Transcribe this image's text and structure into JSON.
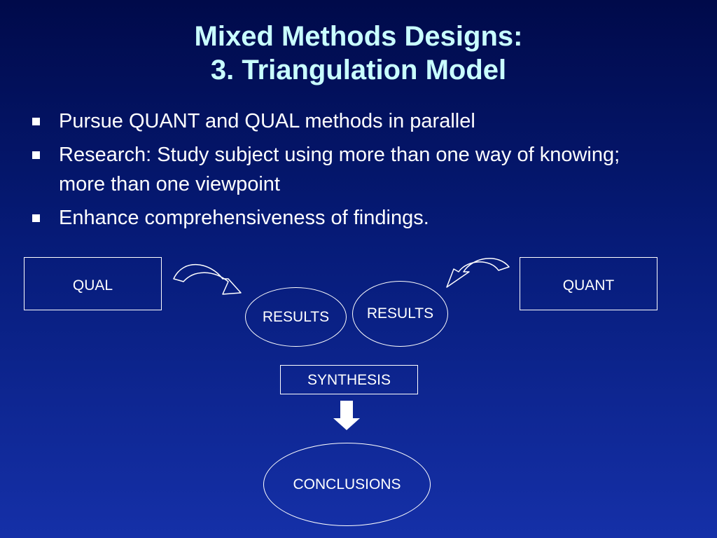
{
  "slide": {
    "title_line1": "Mixed Methods Designs:",
    "title_line2": "3. Triangulation Model",
    "bullets": [
      "Pursue QUANT and QUAL methods in parallel",
      "Research: Study subject using more than one way of knowing;  more than one viewpoint",
      "Enhance comprehensiveness of findings."
    ]
  },
  "diagram": {
    "qual_label": "QUAL",
    "quant_label": "QUANT",
    "results_left_label": "RESULTS",
    "results_right_label": "RESULTS",
    "synthesis_label": "SYNTHESIS",
    "conclusions_label": "CONCLUSIONS"
  },
  "colors": {
    "title": "#c9ffff",
    "text": "#ffffff",
    "background_top": "#000a4a",
    "background_bottom": "#1530a8"
  }
}
